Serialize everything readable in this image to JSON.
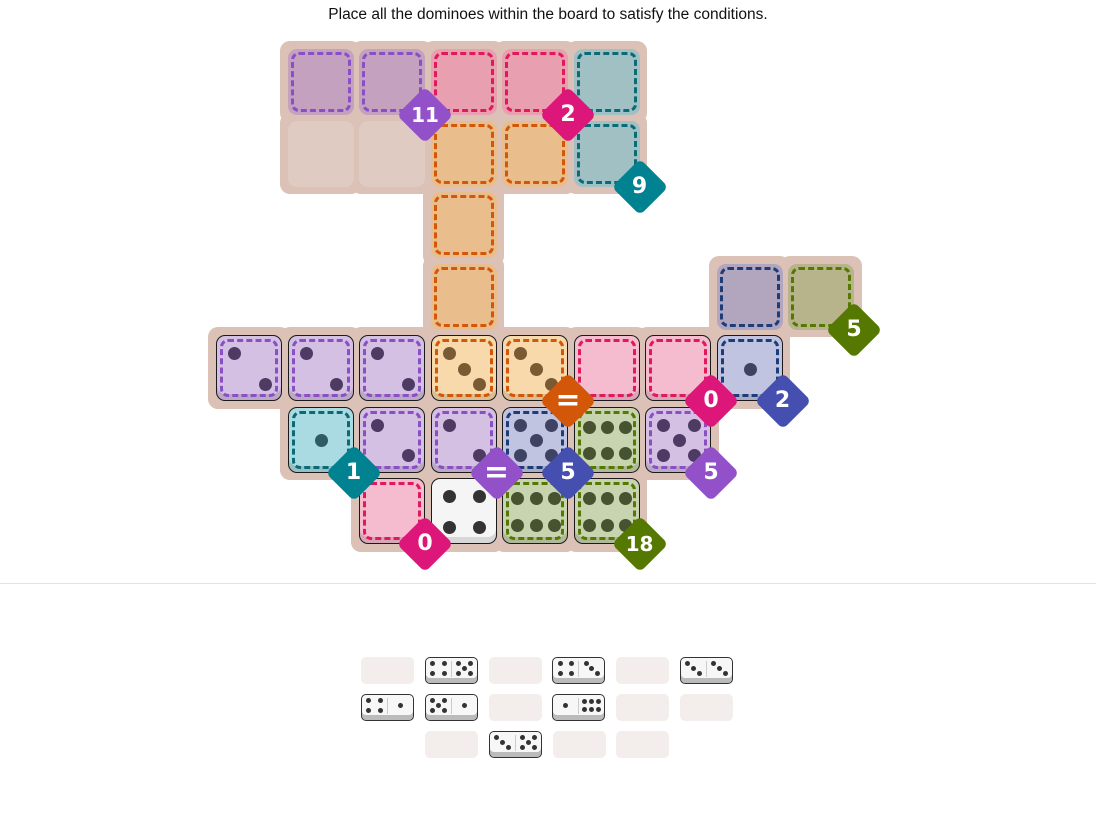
{
  "instructions": "Place all the dominoes within the board to satisfy the conditions.",
  "colors": {
    "board_bg": "#dbc1b6",
    "purple": {
      "empty": "#c3a1bf",
      "placed": "#d4c0e2",
      "dash": "#8a4fc4",
      "pip": "#4d3b63",
      "badge": "#9251c9"
    },
    "pink": {
      "empty": "#e8a0b0",
      "placed": "#f5bccf",
      "dash": "#e0195a",
      "pip": "#333",
      "badge": "#dd1679"
    },
    "teal": {
      "empty": "#a0c0c3",
      "placed": "#aadbe2",
      "dash": "#0b6a74",
      "pip": "#2f5b62",
      "badge": "#008291"
    },
    "orange": {
      "empty": "#e9be8c",
      "placed": "#f7d9ab",
      "dash": "#d35709",
      "pip": "#7a5a32",
      "badge": "#d35709"
    },
    "navy": {
      "empty": "#b2a6bf",
      "placed": "#c0c4e0",
      "dash": "#1d3d7a",
      "pip": "#3e4363",
      "badge": "#444fb0"
    },
    "olive": {
      "empty": "#b7b48b",
      "placed": "#c8d3b0",
      "dash": "#557900",
      "pip": "#465230",
      "badge": "#557900"
    },
    "neutral": {
      "empty": "#e0cbc3",
      "placed": "#f5f5f5",
      "dash": "",
      "pip": "#333",
      "badge": ""
    }
  },
  "board": {
    "cells": [
      {
        "row": 0,
        "col": 1,
        "region": "purple",
        "placed": false
      },
      {
        "row": 0,
        "col": 2,
        "region": "purple",
        "placed": false
      },
      {
        "row": 0,
        "col": 3,
        "region": "pink",
        "placed": false
      },
      {
        "row": 0,
        "col": 4,
        "region": "pink",
        "placed": false
      },
      {
        "row": 0,
        "col": 5,
        "region": "teal",
        "placed": false
      },
      {
        "row": 1,
        "col": 1,
        "region": "neutral",
        "placed": false
      },
      {
        "row": 1,
        "col": 2,
        "region": "neutral",
        "placed": false
      },
      {
        "row": 1,
        "col": 3,
        "region": "orange",
        "placed": false
      },
      {
        "row": 1,
        "col": 4,
        "region": "orange",
        "placed": false
      },
      {
        "row": 1,
        "col": 5,
        "region": "teal",
        "placed": false
      },
      {
        "row": 2,
        "col": 3,
        "region": "orange",
        "placed": false
      },
      {
        "row": 3,
        "col": 3,
        "region": "orange",
        "placed": false
      },
      {
        "row": 3,
        "col": 7,
        "region": "navy",
        "placed": false
      },
      {
        "row": 3,
        "col": 8,
        "region": "olive",
        "placed": false
      },
      {
        "row": 4,
        "col": 0,
        "region": "purple",
        "placed": true,
        "pips": 2
      },
      {
        "row": 4,
        "col": 1,
        "region": "purple",
        "placed": true,
        "pips": 2
      },
      {
        "row": 4,
        "col": 2,
        "region": "purple",
        "placed": true,
        "pips": 2
      },
      {
        "row": 4,
        "col": 3,
        "region": "orange",
        "placed": true,
        "pips": 3
      },
      {
        "row": 4,
        "col": 4,
        "region": "orange",
        "placed": true,
        "pips": 3
      },
      {
        "row": 4,
        "col": 5,
        "region": "pink",
        "placed": true,
        "pips": 0
      },
      {
        "row": 4,
        "col": 6,
        "region": "pink",
        "placed": true,
        "pips": 0
      },
      {
        "row": 4,
        "col": 7,
        "region": "navy",
        "placed": true,
        "pips": 1
      },
      {
        "row": 5,
        "col": 1,
        "region": "teal",
        "placed": true,
        "pips": 1
      },
      {
        "row": 5,
        "col": 2,
        "region": "purple",
        "placed": true,
        "pips": 2
      },
      {
        "row": 5,
        "col": 3,
        "region": "purple",
        "placed": true,
        "pips": 2
      },
      {
        "row": 5,
        "col": 4,
        "region": "navy",
        "placed": true,
        "pips": 5
      },
      {
        "row": 5,
        "col": 5,
        "region": "olive",
        "placed": true,
        "pips": 6
      },
      {
        "row": 5,
        "col": 6,
        "region": "purple",
        "placed": true,
        "pips": 5
      },
      {
        "row": 6,
        "col": 2,
        "region": "pink",
        "placed": true,
        "pips": 0
      },
      {
        "row": 6,
        "col": 3,
        "region": "neutral",
        "placed": true,
        "pips": 4
      },
      {
        "row": 6,
        "col": 4,
        "region": "olive",
        "placed": true,
        "pips": 6
      },
      {
        "row": 6,
        "col": 5,
        "region": "olive",
        "placed": true,
        "pips": 6
      }
    ],
    "conditions": [
      {
        "label": "11",
        "region": "purple",
        "row": 0,
        "col": 2
      },
      {
        "label": "2",
        "region": "pink",
        "row": 0,
        "col": 4
      },
      {
        "label": "9",
        "region": "teal",
        "row": 1,
        "col": 5
      },
      {
        "label": "5",
        "region": "olive",
        "row": 3,
        "col": 8
      },
      {
        "label": "=",
        "region": "orange",
        "row": 4,
        "col": 4
      },
      {
        "label": "0",
        "region": "pink",
        "row": 4,
        "col": 6
      },
      {
        "label": "2",
        "region": "navy",
        "row": 4,
        "col": 7
      },
      {
        "label": "1",
        "region": "teal",
        "row": 5,
        "col": 1
      },
      {
        "label": "=",
        "region": "purple",
        "row": 5,
        "col": 3
      },
      {
        "label": "5",
        "region": "navy",
        "row": 5,
        "col": 4
      },
      {
        "label": "5",
        "region": "purple",
        "row": 5,
        "col": 6
      },
      {
        "label": "0",
        "region": "pink",
        "row": 6,
        "col": 2
      },
      {
        "label": "18",
        "region": "olive",
        "row": 6,
        "col": 5
      }
    ]
  },
  "tray": [
    [
      null,
      [
        4,
        5
      ],
      null,
      [
        4,
        3
      ],
      null,
      [
        3,
        3
      ]
    ],
    [
      [
        4,
        1
      ],
      [
        5,
        1
      ],
      null,
      [
        1,
        6
      ],
      null,
      null
    ],
    [
      null,
      [
        3,
        5
      ],
      null,
      null
    ]
  ]
}
